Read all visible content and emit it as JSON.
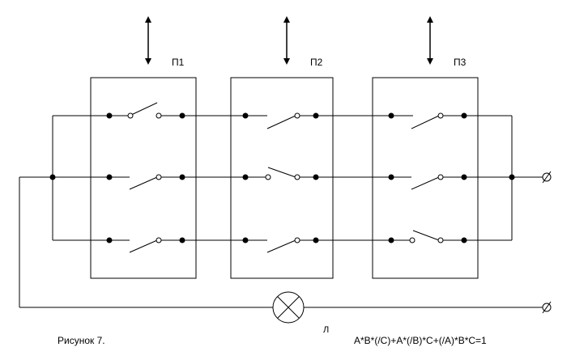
{
  "diagram": {
    "switch_labels": [
      "П1",
      "П2",
      "П3"
    ],
    "lamp_label": "Л",
    "caption": "Рисунок 7.",
    "formula": "A*B*(/C)+A*(/B)*C+(/A)*B*C=1",
    "line_color": "#000000",
    "background": "#ffffff"
  }
}
